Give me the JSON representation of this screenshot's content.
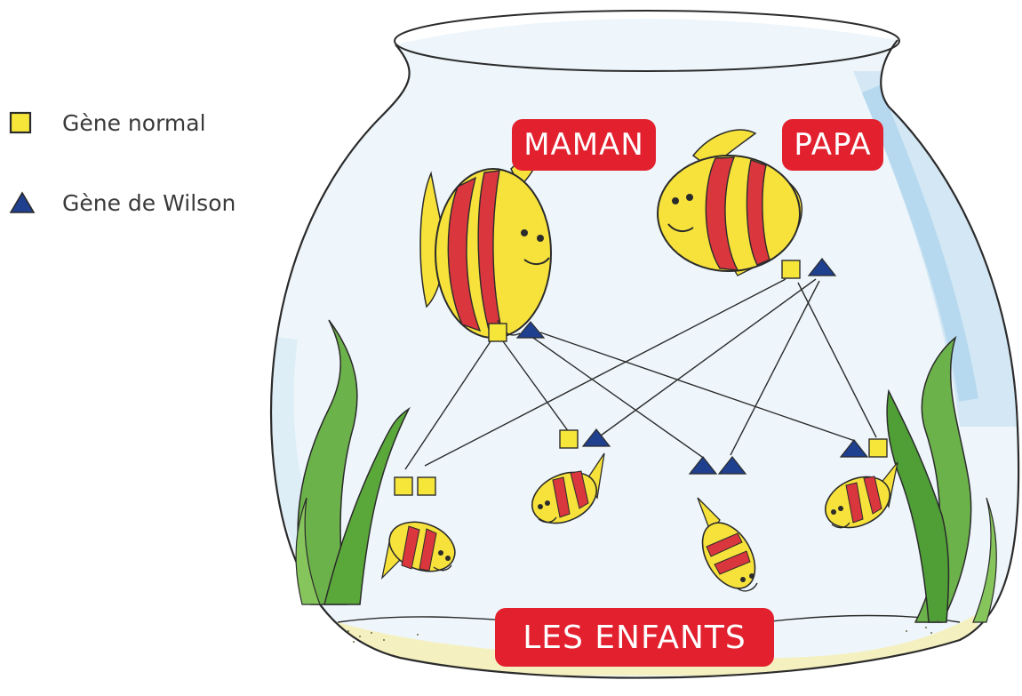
{
  "legend": {
    "normal_label": "Gène normal",
    "wilson_label": "Gène de Wilson"
  },
  "labels": {
    "maman": "MAMAN",
    "papa": "PAPA",
    "children": "LES ENFANTS"
  },
  "genes": {
    "maman": [
      "normal",
      "wilson"
    ],
    "papa": [
      "normal",
      "wilson"
    ],
    "children": [
      [
        "normal",
        "normal"
      ],
      [
        "normal",
        "wilson"
      ],
      [
        "wilson",
        "wilson"
      ],
      [
        "wilson",
        "normal"
      ]
    ]
  },
  "colors": {
    "normal_gene": "#f7e63a",
    "wilson_gene": "#1f3f8f",
    "label_bg": "#e2202e",
    "fish_yellow": "#f6e23b",
    "fish_red": "#d9363e",
    "seaweed": "#5aa83a",
    "water": "#cfe6f3",
    "sand": "#f5f0b8"
  },
  "icons": {
    "normal": "yellow-square-icon",
    "wilson": "blue-triangle-icon"
  }
}
